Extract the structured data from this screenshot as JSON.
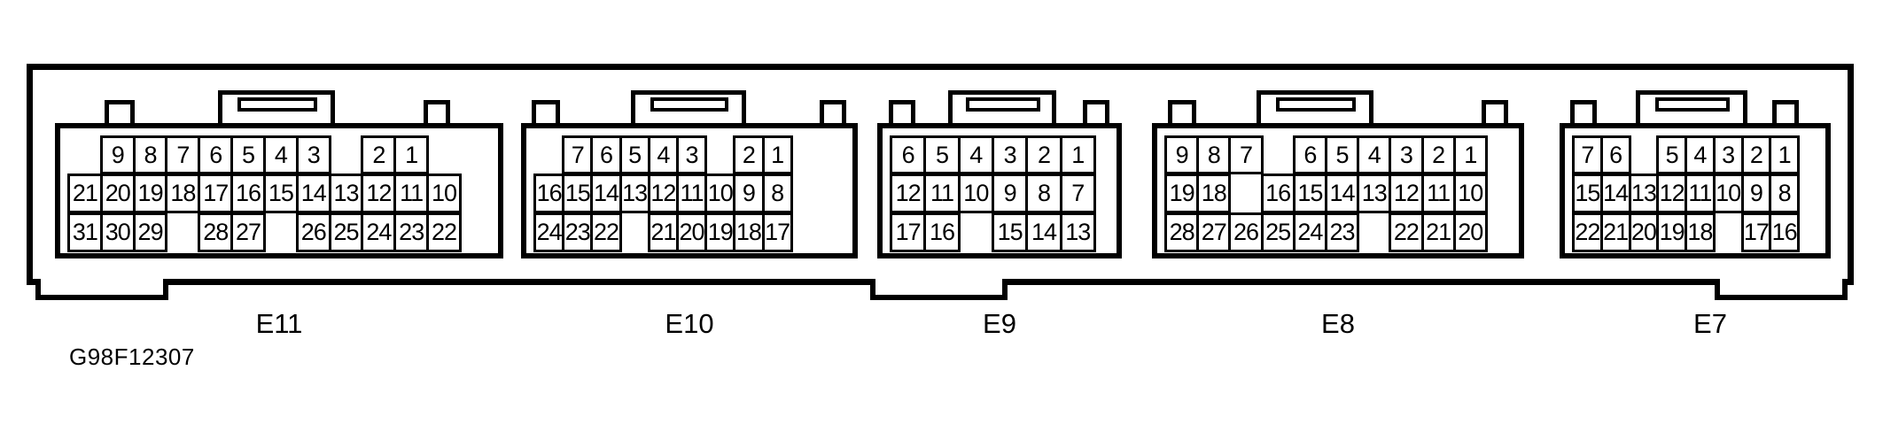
{
  "figure": {
    "id_label": "G98F12307"
  },
  "connectors": [
    {
      "name": "E11",
      "caption": "E11",
      "rows": [
        [
          "",
          "9",
          "8",
          "7",
          "6",
          "5",
          "4",
          "3",
          "",
          "2",
          "1",
          ""
        ],
        [
          "21",
          "20",
          "19",
          "18",
          "17",
          "16",
          "15",
          "14",
          "13",
          "12",
          "11",
          "10"
        ],
        [
          "31",
          "30",
          "29",
          "",
          "28",
          "27",
          "",
          "26",
          "25",
          "24",
          "23",
          "22"
        ]
      ]
    },
    {
      "name": "E10",
      "caption": "E10",
      "rows": [
        [
          "",
          "7",
          "6",
          "5",
          "4",
          "3",
          "",
          "2",
          "1",
          ""
        ],
        [
          "16",
          "15",
          "14",
          "13",
          "12",
          "11",
          "10",
          "9",
          "8"
        ],
        [
          "24",
          "23",
          "22",
          "",
          "21",
          "20",
          "19",
          "18",
          "17"
        ]
      ]
    },
    {
      "name": "E9",
      "caption": "E9",
      "rows": [
        [
          "6",
          "5",
          "4",
          "3",
          "2",
          "1"
        ],
        [
          "12",
          "11",
          "10",
          "9",
          "8",
          "7"
        ],
        [
          "17",
          "16",
          "",
          "15",
          "14",
          "13"
        ]
      ]
    },
    {
      "name": "E8",
      "caption": "E8",
      "rows": [
        [
          "9",
          "8",
          "7",
          "",
          "6",
          "5",
          "4",
          "3",
          "2",
          "1"
        ],
        [
          "19",
          "18",
          "",
          "16",
          "15",
          "14",
          "13",
          "12",
          "11",
          "10"
        ],
        [
          "28",
          "27",
          "26",
          "25",
          "24",
          "23",
          "",
          "22",
          "21",
          "20"
        ]
      ]
    },
    {
      "name": "E7",
      "caption": "E7",
      "rows": [
        [
          "7",
          "6",
          "",
          "5",
          "4",
          "3",
          "2",
          "1"
        ],
        [
          "15",
          "14",
          "13",
          "12",
          "11",
          "10",
          "9",
          "8"
        ],
        [
          "22",
          "21",
          "20",
          "19",
          "18",
          "",
          "17",
          "16"
        ]
      ]
    }
  ]
}
